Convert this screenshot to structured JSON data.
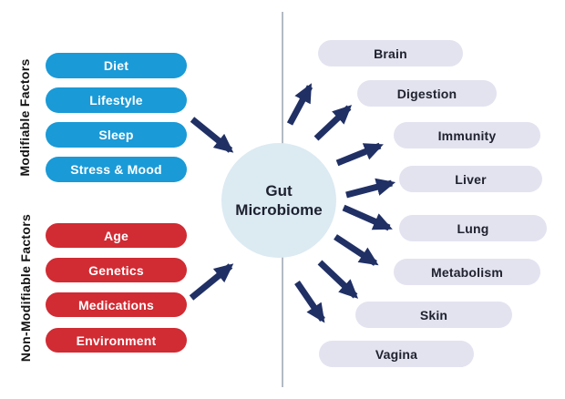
{
  "diagram": {
    "center": {
      "label": "Gut Microbiome"
    },
    "left_groups": [
      {
        "label": "Modifiable Factors",
        "pill_color": "#1a9ad7",
        "items": [
          "Diet",
          "Lifestyle",
          "Sleep",
          "Stress & Mood"
        ]
      },
      {
        "label": "Non-Modifiable Factors",
        "pill_color": "#d12b33",
        "items": [
          "Age",
          "Genetics",
          "Medications",
          "Environment"
        ]
      }
    ],
    "right_items": [
      "Brain",
      "Digestion",
      "Immunity",
      "Liver",
      "Lung",
      "Metabolism",
      "Skin",
      "Vagina"
    ],
    "colors": {
      "modifiable_pill": "#1a9ad7",
      "non_modifiable_pill": "#d12b33",
      "outcome_pill": "#e3e3f0",
      "center_circle": "#dceaf2",
      "arrow": "#203065",
      "pill_text_light": "#ffffff",
      "text_dark": "#1d2130",
      "divider_line": "#b3bac4",
      "background": "#ffffff"
    }
  }
}
